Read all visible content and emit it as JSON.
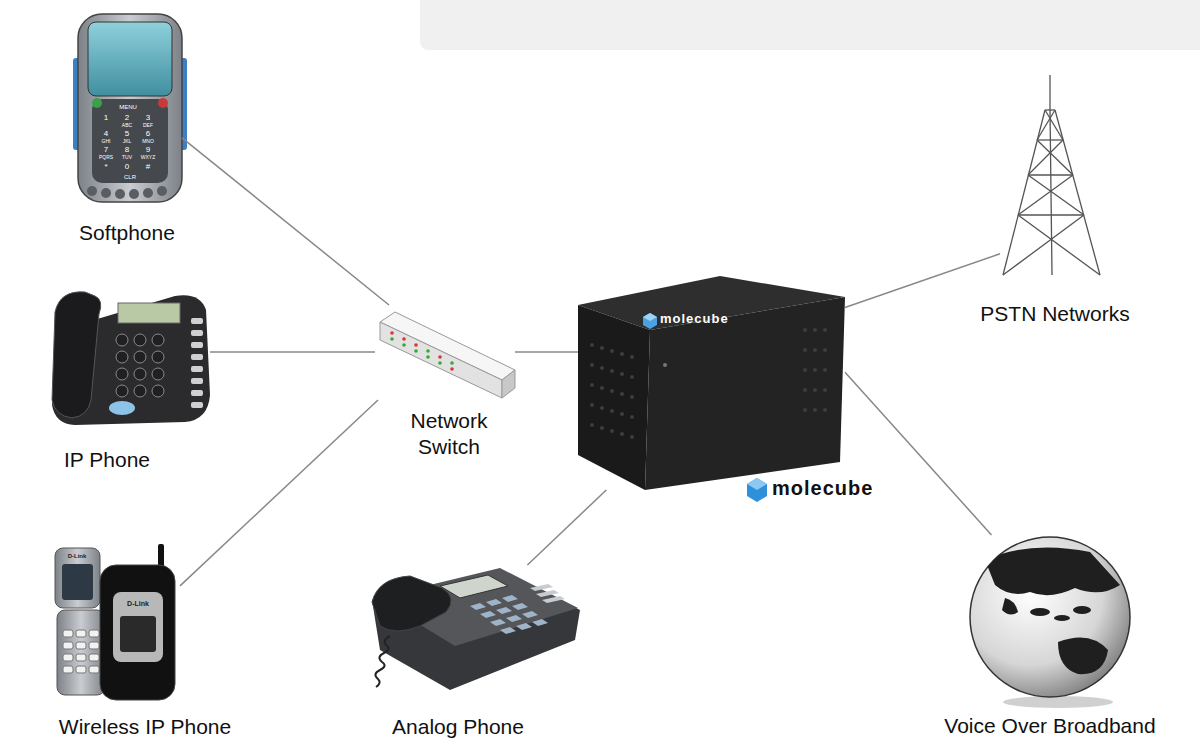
{
  "diagram": {
    "nodes": [
      {
        "text": [
          "Softphone"
        ]
      },
      {
        "text": [
          "IP Phone"
        ]
      },
      {
        "text": [
          "Network Switch"
        ]
      },
      {
        "text": [
          "Wireless IP Phone"
        ]
      },
      {
        "text": [
          "Analog Phone"
        ]
      },
      {
        "text": [
          "molecube",
          "molecube"
        ]
      },
      {
        "text": [
          "PSTN Networks"
        ]
      },
      {
        "text": [
          "Voice Over Broadband"
        ]
      }
    ],
    "edges": [
      {
        "from": 0,
        "to": 2,
        "arrow": "none"
      },
      {
        "from": 1,
        "to": 2,
        "arrow": "none"
      },
      {
        "from": 3,
        "to": 2,
        "arrow": "none"
      },
      {
        "from": 2,
        "to": 5,
        "arrow": "none"
      },
      {
        "from": 4,
        "to": 5,
        "arrow": "none"
      },
      {
        "from": 5,
        "to": 6,
        "arrow": "none"
      },
      {
        "from": 5,
        "to": 7,
        "arrow": "none"
      }
    ],
    "labels": [
      "MENU",
      "1",
      "2",
      "ABC",
      "3",
      "DEF",
      "4",
      "GHI",
      "5",
      "JKL",
      "6",
      "MNO",
      "7",
      "PQRS",
      "8",
      "TUV",
      "9",
      "WXYZ",
      "*",
      "0",
      "#",
      "CLR",
      "D-Link",
      "D-Link"
    ]
  }
}
